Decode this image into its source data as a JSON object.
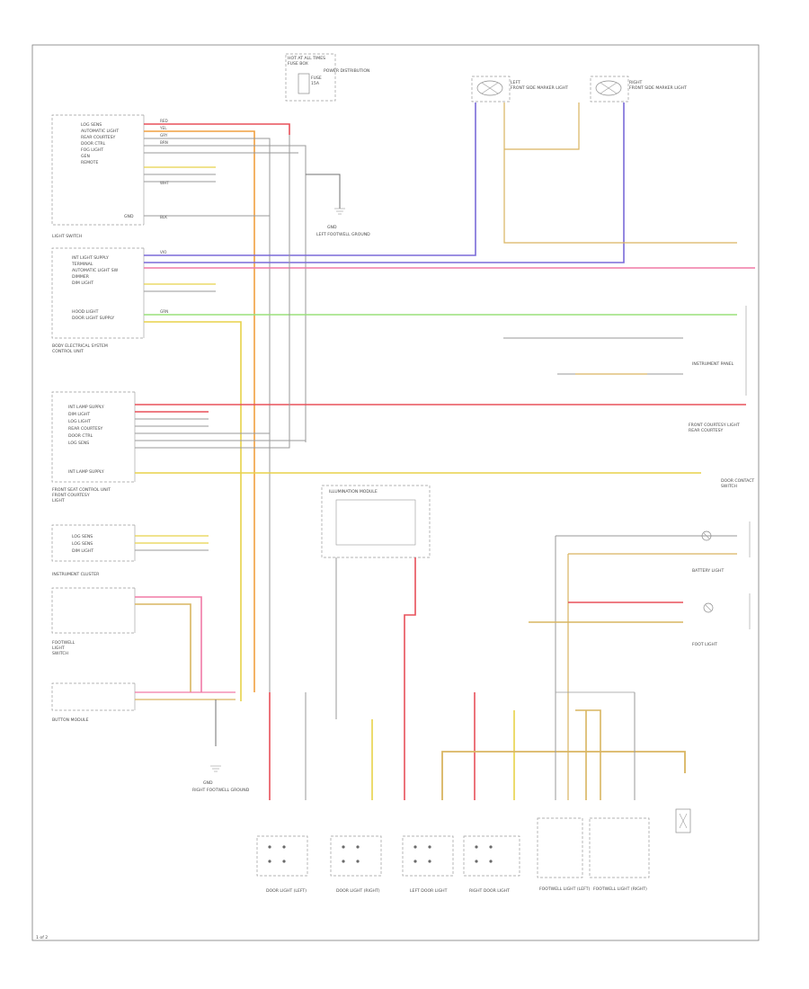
{
  "colors": {
    "red": "#e8505a",
    "pink": "#f07aa6",
    "orange": "#f0a040",
    "yellow": "#e8d24a",
    "tan": "#d9b560",
    "violet": "#7a6ad8",
    "green": "#9ae07a",
    "grey": "#9a9a9a",
    "dark": "#707070"
  },
  "diagram": {
    "page_id": "1 of 2",
    "top_fuse": [
      "HOT AT ALL TIMES",
      "FUSE BOX",
      "FUSE",
      "15A",
      "POWER DISTRIBUTION"
    ],
    "left_front_light": [
      "LEFT",
      "FRONT SIDE MARKER LIGHT"
    ],
    "right_front_light": [
      "RIGHT",
      "FRONT SIDE MARKER LIGHT"
    ],
    "module_a": {
      "pins": [
        "LOG SENS",
        "AUTOMATIC LIGHT",
        "REAR COURTESY",
        "DOOR CTRL",
        "FOG LIGHT",
        "GEN",
        "REMOTE"
      ],
      "ground": "GND"
    },
    "module_b": {
      "title": "LIGHT SWITCH",
      "pins": [
        "INT LIGHT SUPPLY",
        "TERMINAL",
        "AUTOMATIC LIGHT SW",
        "DIMMER",
        "DIM LIGHT",
        "HOOD LIGHT",
        "DOOR LIGHT SUPPLY"
      ],
      "footer": [
        "BODY ELECTRICAL SYSTEM",
        "CONTROL UNIT"
      ]
    },
    "module_c": {
      "pins": [
        "INT LAMP SUPPLY",
        "DIM LIGHT",
        "LOG LIGHT",
        "REAR COURTESY",
        "DOOR CTRL",
        "LOG SENS",
        "INT LAMP SUPPLY"
      ],
      "footer": [
        "FRONT SEAT CONTROL UNIT",
        "FRONT COURTESY",
        "LIGHT"
      ]
    },
    "module_d": {
      "pins": [
        "LOG SENS",
        "LOG SENS",
        "DIM LIGHT"
      ],
      "footer": [
        "INSTRUMENT CLUSTER"
      ]
    },
    "module_e": {
      "footer": [
        "FOOTWELL",
        "LIGHT",
        "SWITCH"
      ]
    },
    "module_f": {
      "footer": [
        "BUTTON MODULE"
      ]
    },
    "center_module": {
      "title": "ILLUMINATION MODULE"
    },
    "ground_labels": [
      "GND",
      "LEFT FOOTWELL GROUND",
      "GND",
      "RIGHT FOOTWELL GROUND"
    ],
    "side_labels": [
      "INSTRUMENT PANEL",
      "FRONT COURTESY LIGHT",
      "REAR COURTESY",
      "BATTERY LIGHT",
      "FOOT LIGHT",
      "DOOR CONTACT",
      "SWITCH"
    ],
    "bottom_units": [
      "DOOR LIGHT (LEFT)",
      "DOOR LIGHT (RIGHT)",
      "LEFT DOOR LIGHT",
      "RIGHT DOOR LIGHT",
      "FOOTWELL LIGHT (LEFT)",
      "FOOTWELL LIGHT (RIGHT)"
    ],
    "wire_codes": [
      "RED",
      "YEL",
      "GRY",
      "BRN",
      "VIO",
      "GRN",
      "WHT",
      "BLK"
    ]
  }
}
